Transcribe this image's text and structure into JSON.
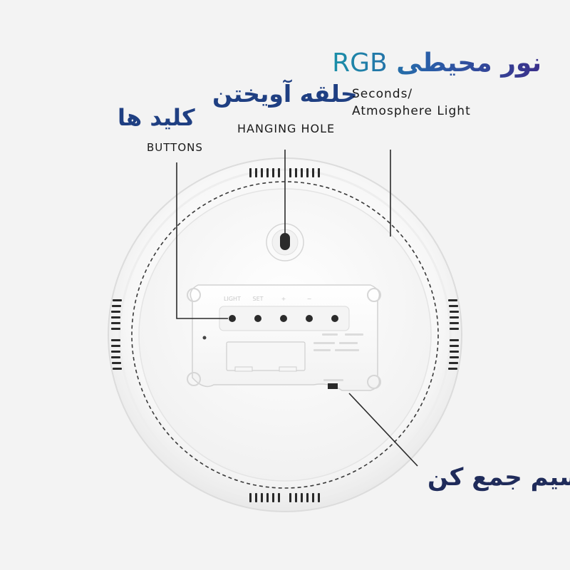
{
  "labels": {
    "rgb_light_fa": "نور محیطی",
    "rgb_light_rgb": "RGB",
    "hanging_hole_fa": "حلقه آویختن",
    "hanging_hole_en": "HANGING HOLE",
    "seconds_en_line1": "Seconds/",
    "seconds_en_line2": "Atmosphere Light",
    "buttons_fa": "کلید ها",
    "buttons_en": "BUTTONS",
    "cord_fa": "سیم جمع کن"
  },
  "product_markings": {
    "button_1": "LIGHT",
    "button_2": "SET",
    "button_3": "+",
    "button_4": "−"
  },
  "colors": {
    "heading_blue": "#1f3f82",
    "gradient_start": "#1a8fa8",
    "gradient_end": "#3a2f8a",
    "text_dark": "#1a1a1a",
    "clock_body": "#ffffff"
  }
}
